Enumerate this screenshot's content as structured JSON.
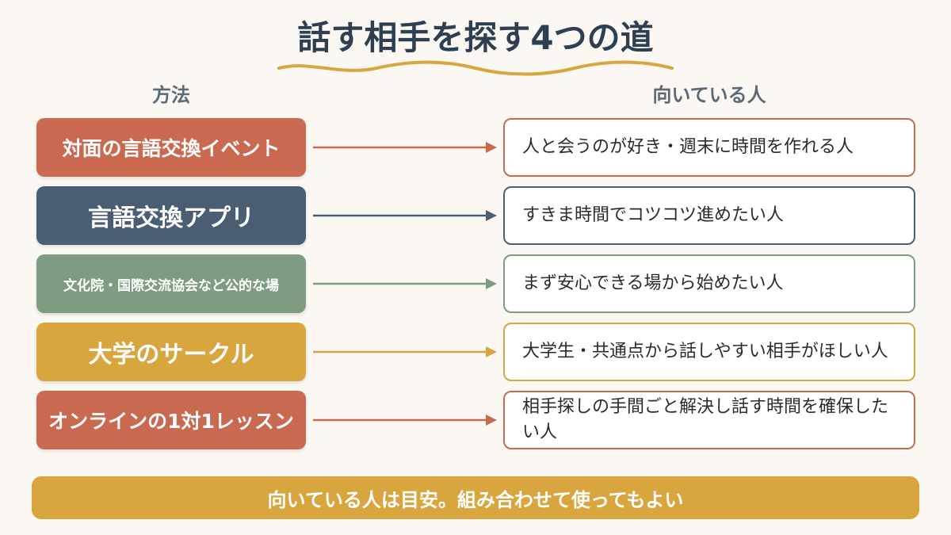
{
  "title": "話す相手を探す4つの道",
  "headers": {
    "method": "方法",
    "who": "向いている人"
  },
  "rows": [
    {
      "method": "対面の言語交換イベント",
      "who": "人と会うのが好き・週末に時間を作れる人",
      "color": "#c96a50"
    },
    {
      "method": "言語交換アプリ",
      "who": "すきま時間でコツコツ進めたい人",
      "color": "#4a5d73"
    },
    {
      "method": "文化院・国際交流協会など公的な場",
      "who": "まず安心できる場から始めたい人",
      "color": "#7d9c82"
    },
    {
      "method": "大学のサークル",
      "who": "大学生・共通点から話しやすい相手がほしい人",
      "color": "#d9a53f"
    },
    {
      "method": "オンラインの1対1レッスン",
      "who": "相手探しの手間ごと解決し話す時間を確保したい人",
      "color": "#c96a50"
    }
  ],
  "footer": "向いている人は目安。組み合わせて使ってもよい"
}
